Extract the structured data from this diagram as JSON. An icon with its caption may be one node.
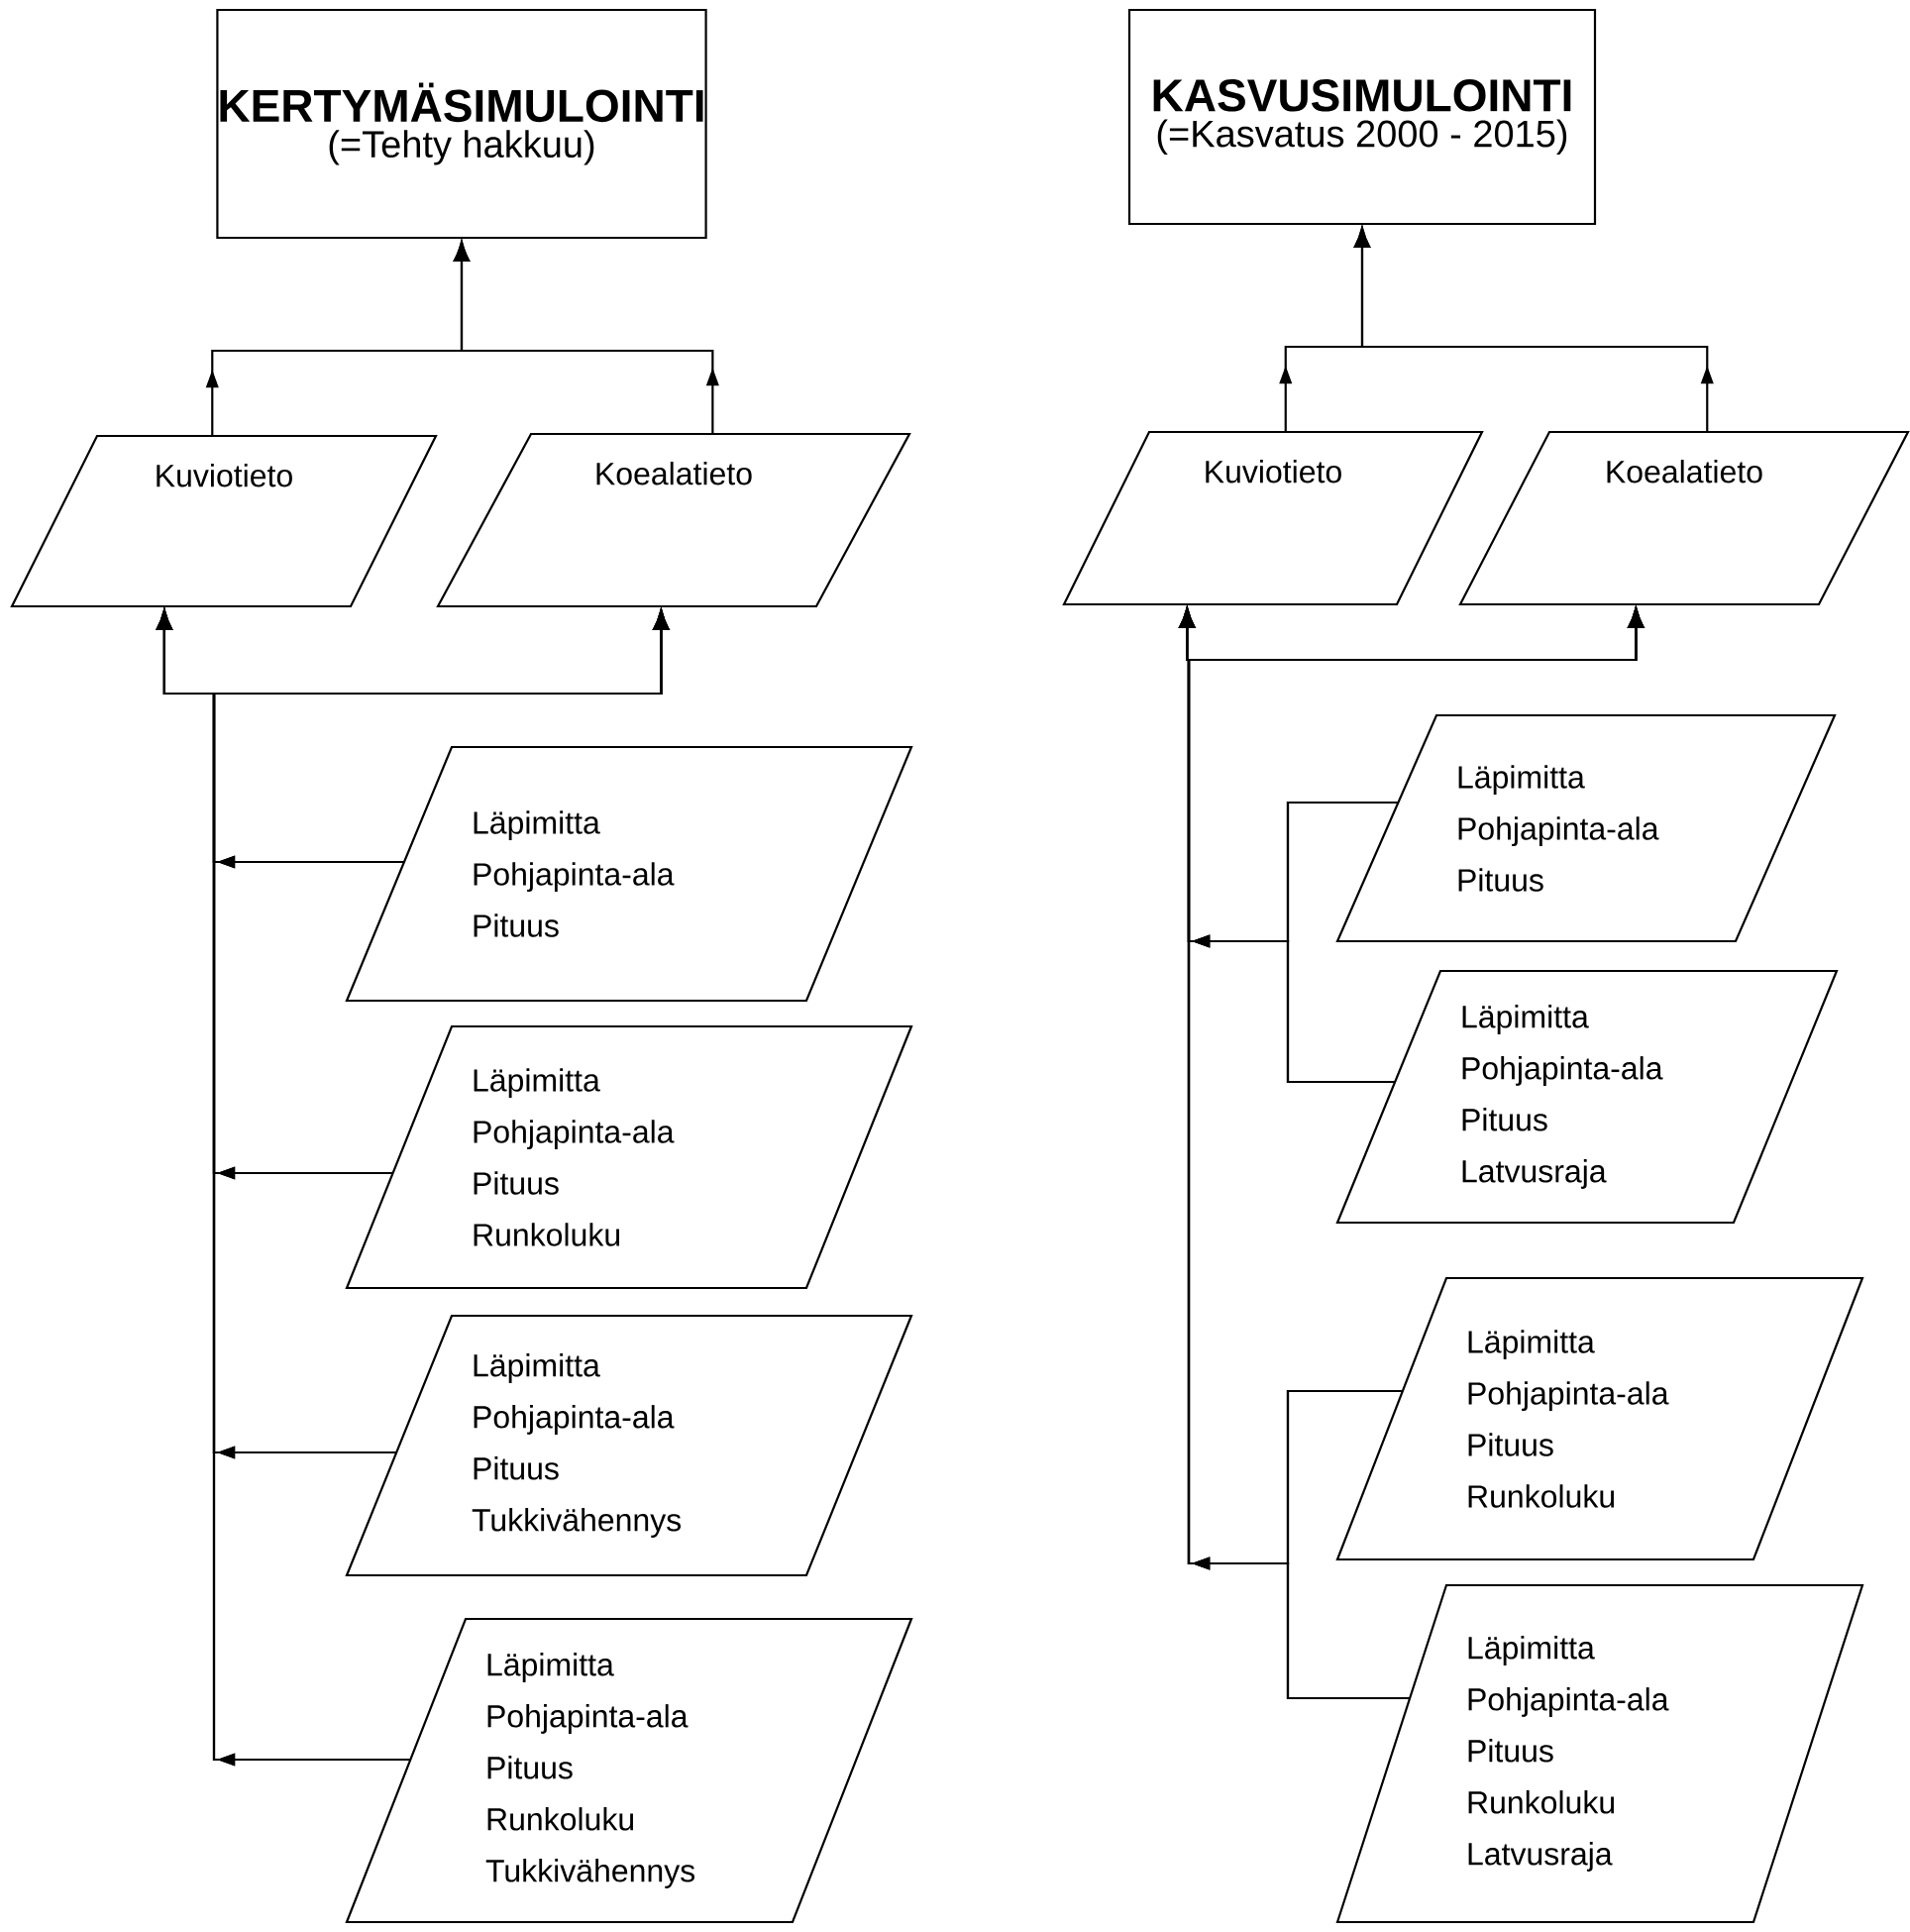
{
  "diagram": {
    "nodes": [
      {
        "text": [
          "KERTYMÄSIMULOINTI",
          "(=Tehty hakkuu)"
        ]
      },
      {
        "text": [
          "Kuviotieto"
        ]
      },
      {
        "text": [
          "Koealatieto"
        ]
      },
      {
        "text": [
          "Läpimitta Pohjapinta-ala Pituus"
        ]
      },
      {
        "text": [
          "Läpimitta Pohjapinta-ala Pituus Runkoluku"
        ]
      },
      {
        "text": [
          "Läpimitta Pohjapinta-ala Pituus Tukkivähennys"
        ]
      },
      {
        "text": [
          "Läpimitta Pohjapinta-ala Pituus Runkoluku Tukkivähennys"
        ]
      },
      {
        "text": [
          "KASVUSIMULOINTI",
          "(=Kasvatus 2000 - 2015)"
        ]
      },
      {
        "text": [
          "Kuviotieto"
        ]
      },
      {
        "text": [
          "Koealatieto"
        ]
      },
      {
        "text": [
          "Läpimitta Pohjapinta-ala Pituus"
        ]
      },
      {
        "text": [
          "Läpimitta Pohjapinta-ala Pituus Latvusraja"
        ]
      },
      {
        "text": [
          "Läpimitta Pohjapinta-ala Pituus Runkoluku"
        ]
      },
      {
        "text": [
          "Läpimitta Pohjapinta-ala Pituus Runkoluku Latvusraja"
        ]
      }
    ],
    "edges": [
      {
        "from": 1,
        "to": 0,
        "arrow": "to"
      },
      {
        "from": 2,
        "to": 0,
        "arrow": "to"
      },
      {
        "from": 3,
        "to": 1,
        "arrow": "to"
      },
      {
        "from": 3,
        "to": 2,
        "arrow": "to"
      },
      {
        "from": 4,
        "to": 1,
        "arrow": "to"
      },
      {
        "from": 4,
        "to": 2,
        "arrow": "to"
      },
      {
        "from": 5,
        "to": 1,
        "arrow": "to"
      },
      {
        "from": 5,
        "to": 2,
        "arrow": "to"
      },
      {
        "from": 6,
        "to": 1,
        "arrow": "to"
      },
      {
        "from": 6,
        "to": 2,
        "arrow": "to"
      },
      {
        "from": 8,
        "to": 7,
        "arrow": "to"
      },
      {
        "from": 9,
        "to": 7,
        "arrow": "to"
      },
      {
        "from": 10,
        "to": 8,
        "arrow": "to"
      },
      {
        "from": 10,
        "to": 9,
        "arrow": "to"
      },
      {
        "from": 11,
        "to": 8,
        "arrow": "to"
      },
      {
        "from": 11,
        "to": 9,
        "arrow": "to"
      },
      {
        "from": 12,
        "to": 8,
        "arrow": "to"
      },
      {
        "from": 12,
        "to": 9,
        "arrow": "to"
      },
      {
        "from": 13,
        "to": 8,
        "arrow": "to"
      },
      {
        "from": 13,
        "to": 9,
        "arrow": "to"
      }
    ]
  }
}
